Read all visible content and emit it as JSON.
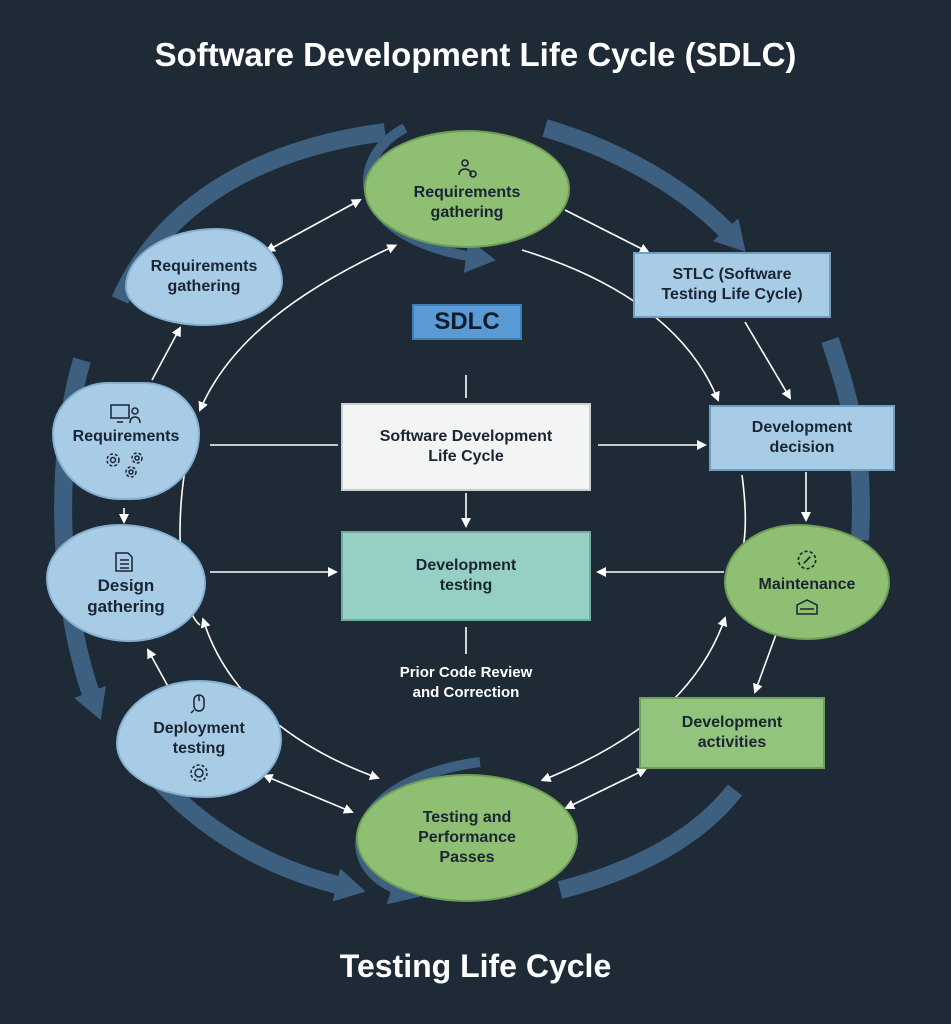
{
  "titles": {
    "main": "Software Development Life Cycle (SDLC)",
    "footer": "Testing Life Cycle"
  },
  "nodes": {
    "req_gathering_top": "Requirements\ngathering",
    "req_gathering_left": "Requirements\ngathering",
    "requirements": "Requirements",
    "design_gathering": "Design\ngathering",
    "deployment_testing": "Deployment\ntesting",
    "testing_performance": "Testing and\nPerformance\nPasses",
    "development_activities": "Development\nactivities",
    "maintenance": "Maintenance",
    "development_decision": "Development\ndecision",
    "stlc": "STLC (Software\nTesting Life Cycle)",
    "sdlc_badge": "SDLC",
    "sdlc_center": "Software Development\nLife Cycle",
    "development_testing": "Development\ntesting",
    "code_review": "Prior Code Review\nand Correction"
  },
  "colors": {
    "background": "#1f2a37",
    "ring": "#3d5f80",
    "green": "#8fbf73",
    "light_blue": "#a9cce6",
    "badge_blue": "#5b9bd5",
    "teal": "#96cfc4"
  },
  "icons": [
    "people-gear-icon",
    "computer-user-icon",
    "gears-icon",
    "document-list-icon",
    "mouse-hand-icon",
    "gear-icon",
    "gear-wrench-icon",
    "toolbox-icon"
  ]
}
